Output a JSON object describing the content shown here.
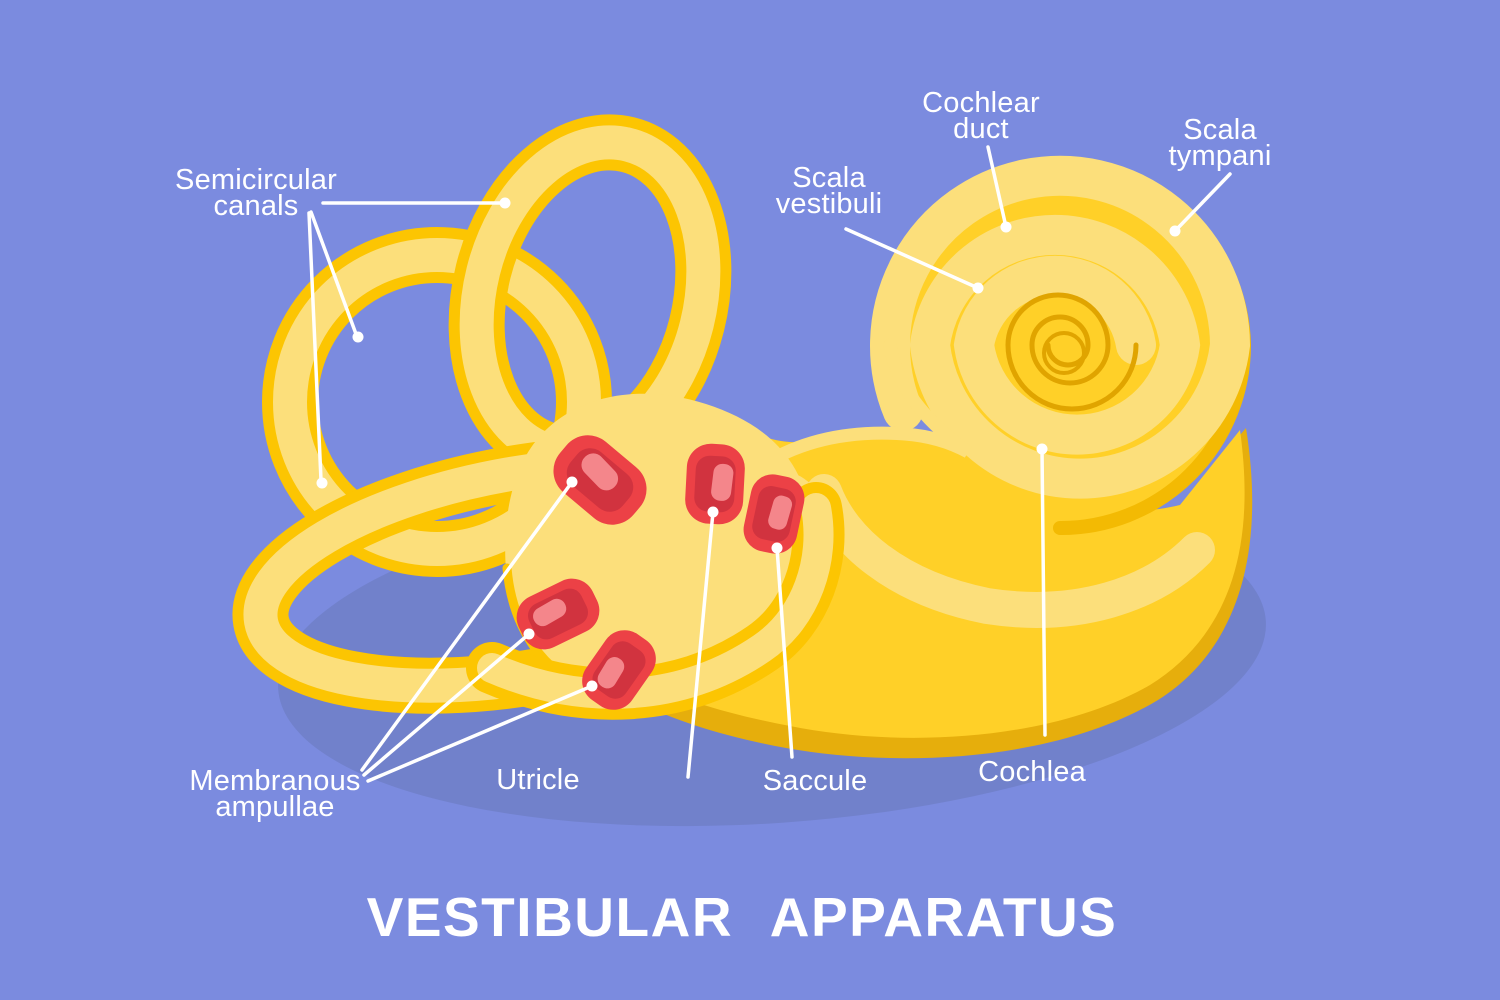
{
  "title": "VESTIBULAR APPARATUS",
  "labels": {
    "semicircular_canals": "Semicircular\ncanals",
    "cochlear_duct": "Cochlear\nduct",
    "scala_vestibuli": "Scala\nvestibuli",
    "scala_tympani": "Scala\ntympani",
    "membranous_ampullae": "Membranous\nampullae",
    "utricle": "Utricle",
    "saccule": "Saccule",
    "cochlea": "Cochlea"
  },
  "palette": {
    "background": "#7b8bdf",
    "shadow": "#7181cb",
    "body_yellow": "#ffd028",
    "light_yellow": "#fcdf7b",
    "outline_gold": "#fcc502",
    "rim_gold": "#f3ba03",
    "underside_gold": "#e6ae0c",
    "inner_spiral_gold": "#e0a400",
    "ampulla_red": "#ec4146",
    "ampulla_inner_red": "#d1333f",
    "ampulla_highlight": "#f4868b",
    "label_text": "#ffffff"
  }
}
